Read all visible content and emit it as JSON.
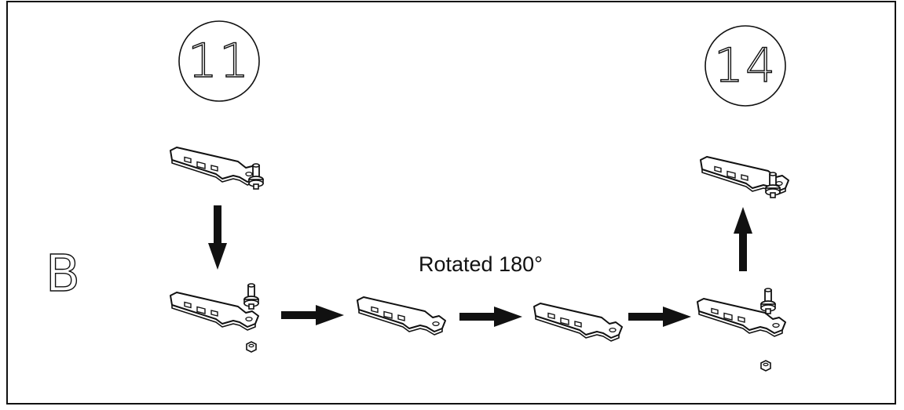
{
  "diagram": {
    "section_letter": "B",
    "step_start": "11",
    "step_end": "14",
    "rotation_note": "Rotated 180°"
  },
  "colors": {
    "line": "#111111",
    "background": "#ffffff",
    "fill": "#ffffff"
  },
  "icons": [
    "hinge-plate-icon",
    "hinge-pin-icon",
    "hex-nut-icon",
    "arrow-icon"
  ]
}
